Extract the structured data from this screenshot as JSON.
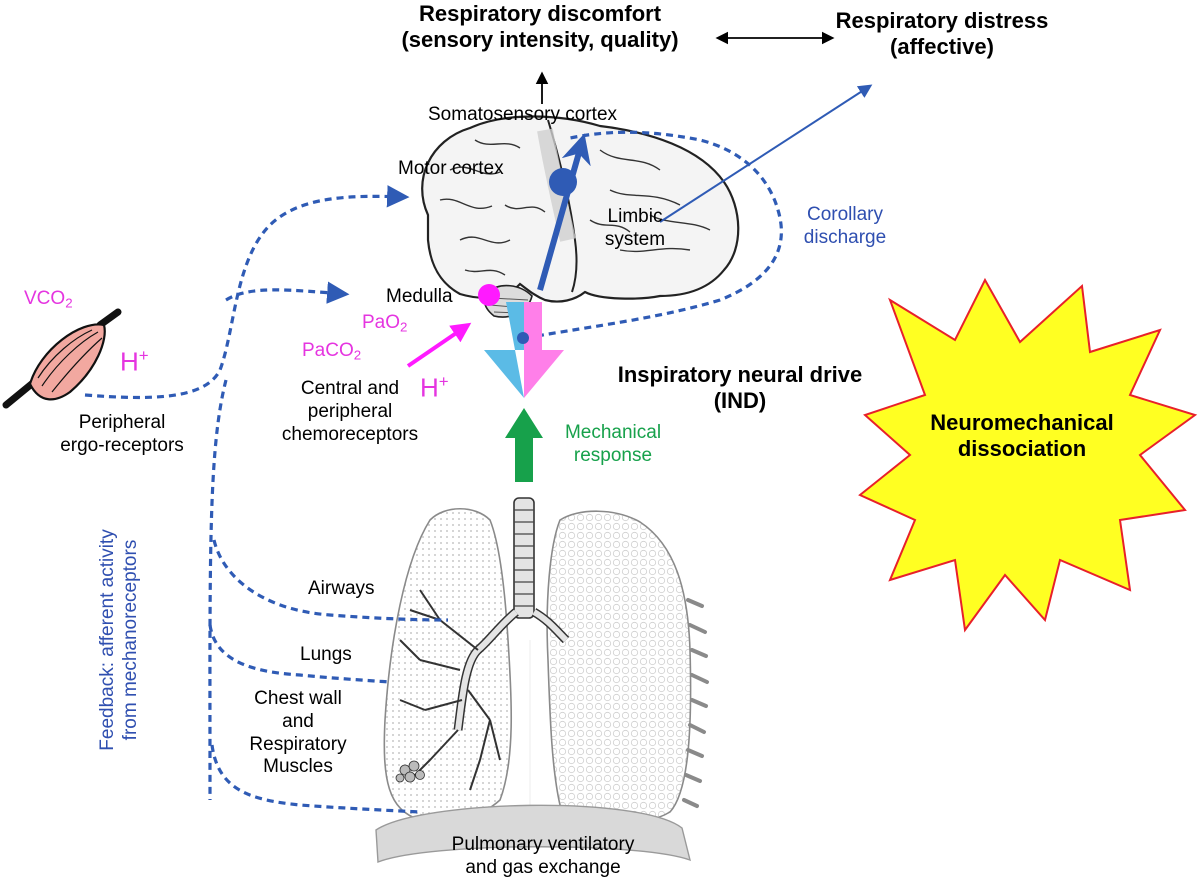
{
  "labels": {
    "resp_discomfort_line1": "Respiratory discomfort",
    "resp_discomfort_line2": "(sensory intensity, quality)",
    "resp_distress_line1": "Respiratory distress",
    "resp_distress_line2": "(affective)",
    "somatosensory_cortex": "Somatosensory cortex",
    "motor_cortex": "Motor cortex",
    "limbic_line1": "Limbic",
    "limbic_line2": "system",
    "corollary_line1": "Corollary",
    "corollary_line2": "discharge",
    "medulla": "Medulla",
    "vco": "VCO",
    "subscript_2": "2",
    "h_plus": "H",
    "plus": "+",
    "pao": "PaO",
    "paco": "PaCO",
    "peripheral_line1": "Peripheral",
    "peripheral_line2": "ergo-receptors",
    "chemo_line1": "Central and",
    "chemo_line2": "peripheral",
    "chemo_line3": "chemoreceptors",
    "ind_line1": "Inspiratory neural drive",
    "ind_line2": "(IND)",
    "mechanical_line1": "Mechanical",
    "mechanical_line2": "response",
    "neuromech_line1": "Neuromechanical",
    "neuromech_line2": "dissociation",
    "feedback_line1": "Feedback: afferent activity",
    "feedback_line2": "from mechanoreceptors",
    "airways": "Airways",
    "lungs": "Lungs",
    "chest_line1": "Chest wall",
    "chest_line2": "and",
    "chest_line3": "Respiratory",
    "chest_line4": "Muscles",
    "pulm_line1": "Pulmonary ventilatory",
    "pulm_line2": "and gas exchange"
  },
  "colors": {
    "feedback_blue": "#2f5bb5",
    "magenta": "#ff1aff",
    "ind_cyan": "#5bbbe6",
    "ind_pink": "#ff7fe9",
    "mechanical_green": "#17a14b",
    "star_fill": "#ffff22",
    "star_stroke": "#e8202a",
    "muscle_pink": "#f2a8a0"
  },
  "icons": [
    "brain-icon",
    "lungs-icon",
    "muscle-icon",
    "starburst-icon"
  ]
}
